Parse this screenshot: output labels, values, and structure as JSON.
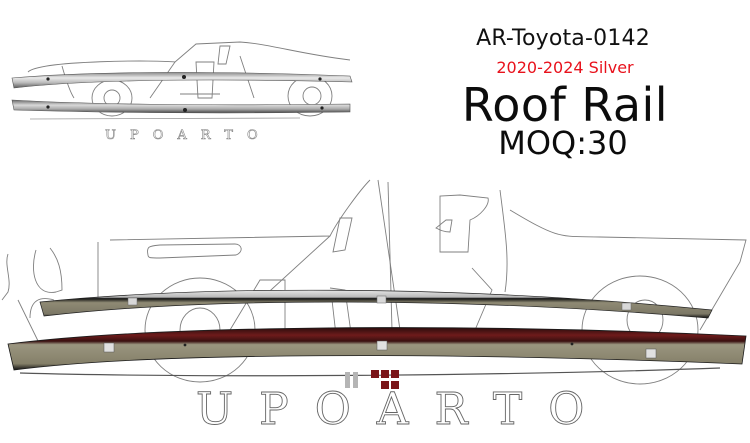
{
  "product": {
    "sku": "AR-Toyota-0142",
    "years_color": "2020-2024 Silver",
    "title": "Roof Rail",
    "moq": "MOQ:30"
  },
  "brand": {
    "watermark_letters": "AR",
    "wordmark_small": "UPOARTO",
    "wordmark_large": "UPOARTO",
    "logo_squares_color": "#7a1418"
  },
  "colors": {
    "years_text": "#e8121c",
    "rail_silver": "#c8c8c8",
    "rail_underside": "#8a8470",
    "rail_seal": "#6b1a1a",
    "outline": "#444444"
  },
  "images": {
    "top_rails": "two silver roof rails, top view",
    "bottom_rails": "two roof rails, underside view with clips"
  }
}
